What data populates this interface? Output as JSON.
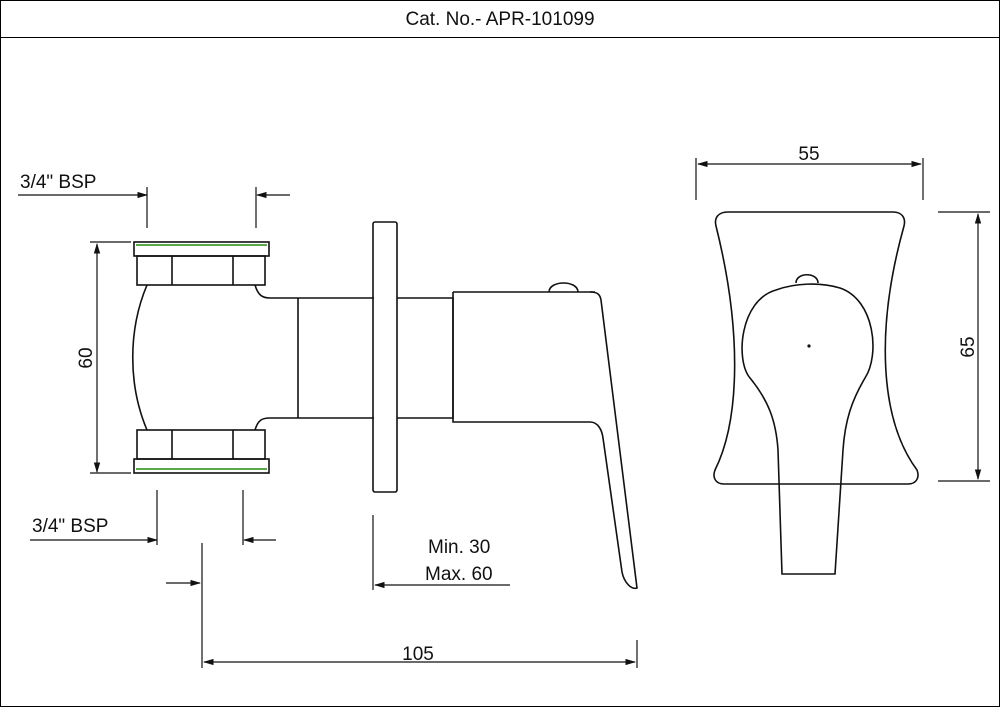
{
  "title": "Cat. No.- APR-101099",
  "dimensions": {
    "inlet_top": "3/4\" BSP",
    "inlet_bottom": "3/4\" BSP",
    "height_side": "60",
    "depth_range_min": "Min. 30",
    "depth_range_max": "Max. 60",
    "total_depth": "105",
    "plate_width": "55",
    "plate_height": "65"
  },
  "colors": {
    "line": "#111111",
    "thread_accent": "#5aa84a"
  }
}
